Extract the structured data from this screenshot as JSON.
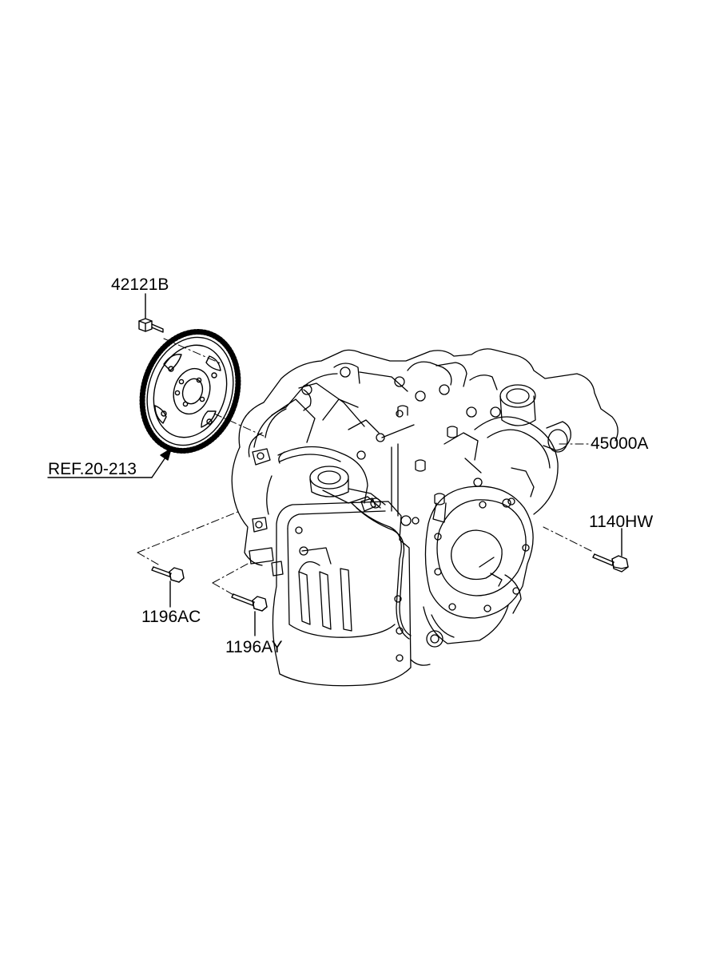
{
  "labels": {
    "flexplate_bolt": "42121B",
    "flexplate_ref": "REF.20-213",
    "transaxle": "45000A",
    "bolt_right": "1140HW",
    "bolt_left_a": "1196AC",
    "bolt_left_b": "1196AY"
  },
  "colors": {
    "line": "#000000",
    "background": "#ffffff"
  }
}
